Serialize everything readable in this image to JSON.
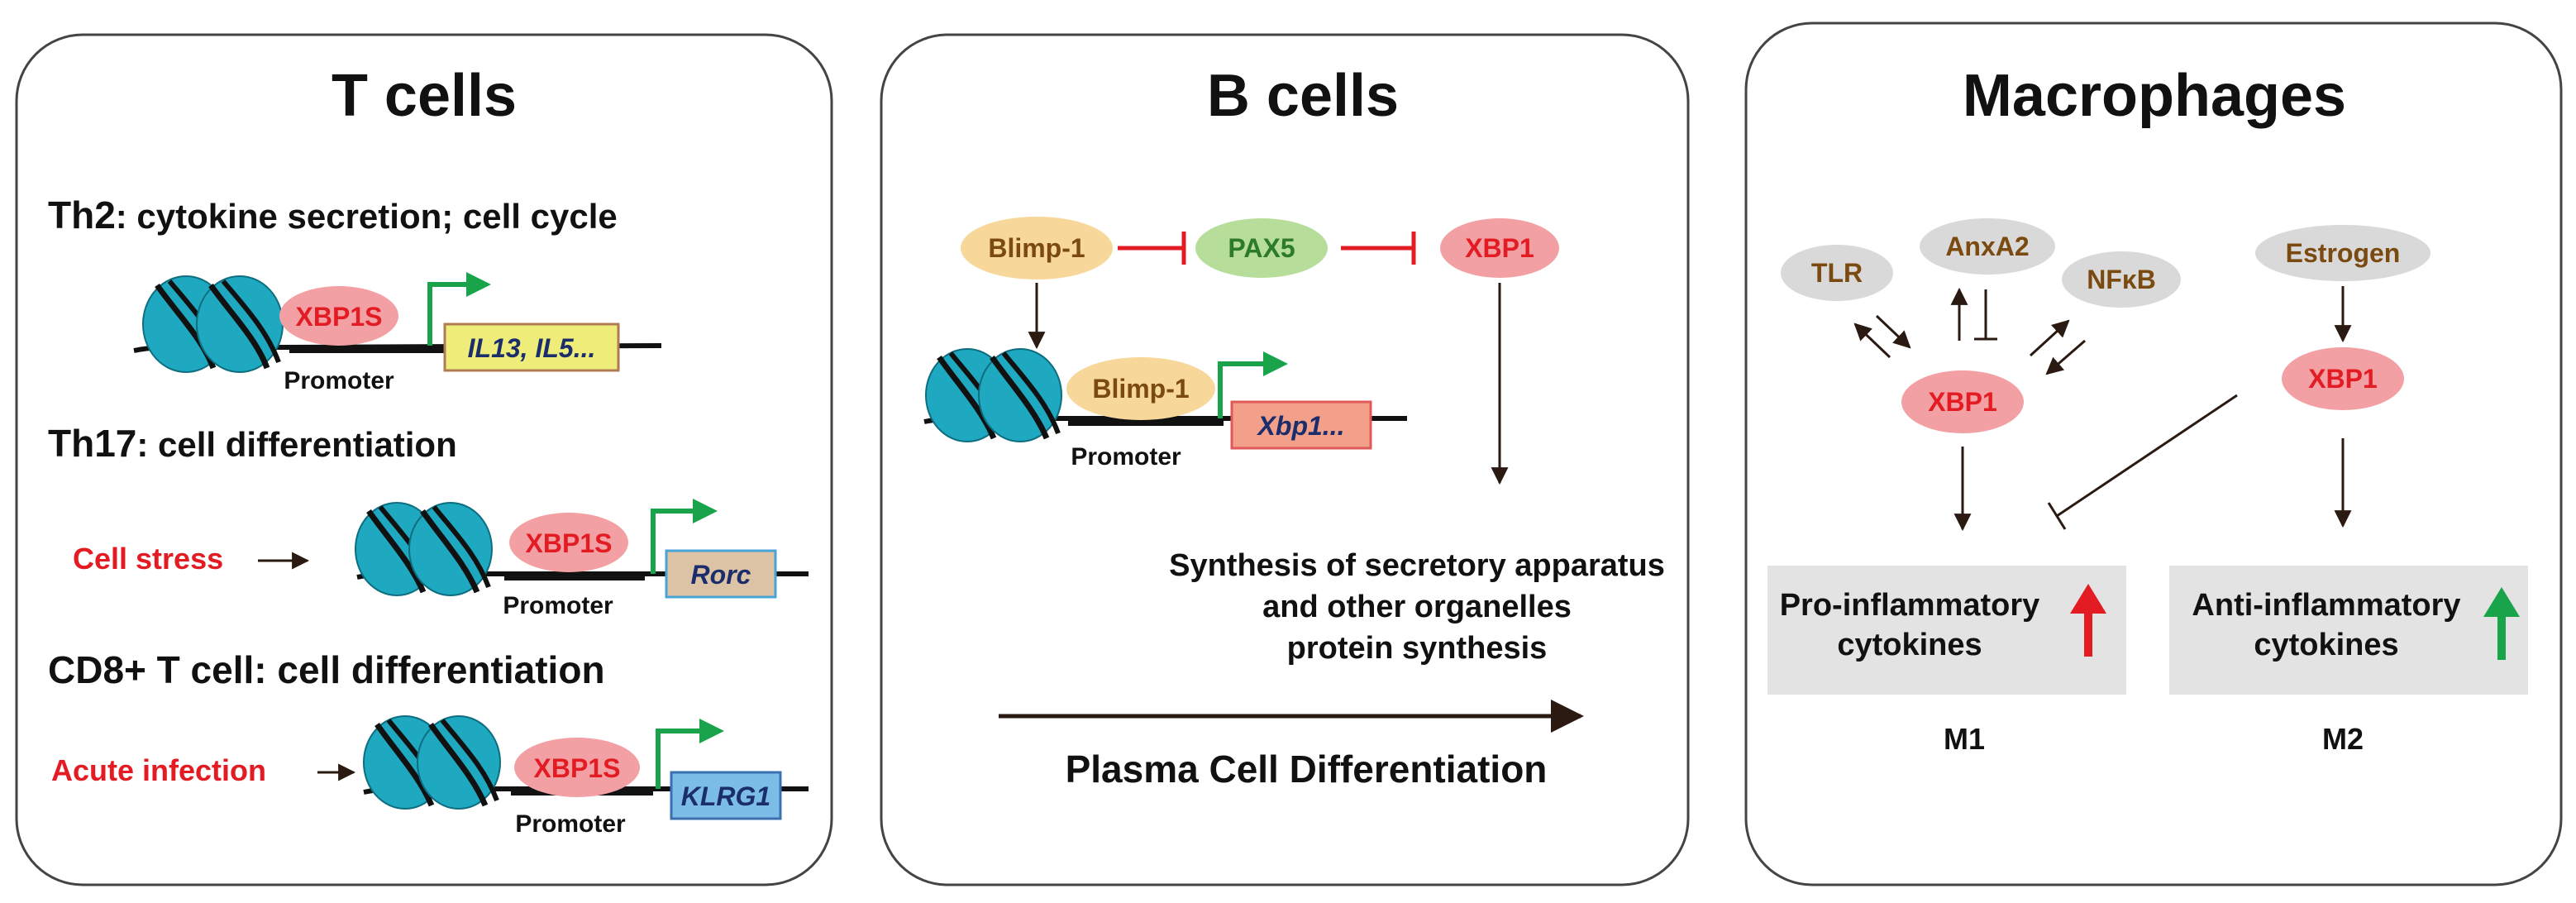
{
  "colors": {
    "red_text": "#e31b23",
    "green_arrow": "#19a34a",
    "inhibit_red": "#e31b23",
    "nucleosome": "#1fa9c1",
    "xbp1s_fill": "#f2a0a4",
    "blimp_fill": "#f7d79a",
    "pax5_fill": "#b7dd9b",
    "grey_node": "#d9d9d9",
    "grey_box": "#e3e3e3"
  },
  "tcells": {
    "title": "T cells",
    "th2_prefix": "Th2",
    "th2_rest": ": cytokine secretion; cell cycle",
    "th2_factor": "XBP1S",
    "th2_promoter": "Promoter",
    "th2_gene": "IL13, IL5...",
    "th17_prefix": "Th17",
    "th17_rest": ": cell differentiation",
    "th17_stimulus": "Cell stress",
    "th17_factor": "XBP1S",
    "th17_promoter": "Promoter",
    "th17_gene": "Rorc",
    "cd8_title": "CD8+ T cell: cell differentiation",
    "cd8_stimulus": "Acute infection",
    "cd8_factor": "XBP1S",
    "cd8_promoter": "Promoter",
    "cd8_gene": "KLRG1"
  },
  "bcells": {
    "title": "B cells",
    "blimp": "Blimp-1",
    "pax5": "PAX5",
    "xbp1": "XBP1",
    "blimp_bound": "Blimp-1",
    "promoter": "Promoter",
    "gene": "Xbp1...",
    "synthesis_line1": "Synthesis of secretory apparatus",
    "synthesis_line2": "and other organelles",
    "synthesis_line3": "protein synthesis",
    "differentiation": "Plasma Cell Differentiation"
  },
  "macrophages": {
    "title": "Macrophages",
    "tlr": "TLR",
    "anxa2": "AnxA2",
    "nfkb": "NFκB",
    "xbp1_left": "XBP1",
    "estrogen": "Estrogen",
    "xbp1_right": "XBP1",
    "pro_line1": "Pro-inflammatory",
    "pro_line2": "cytokines",
    "anti_line1": "Anti-inflammatory",
    "anti_line2": "cytokines",
    "m1": "M1",
    "m2": "M2"
  }
}
